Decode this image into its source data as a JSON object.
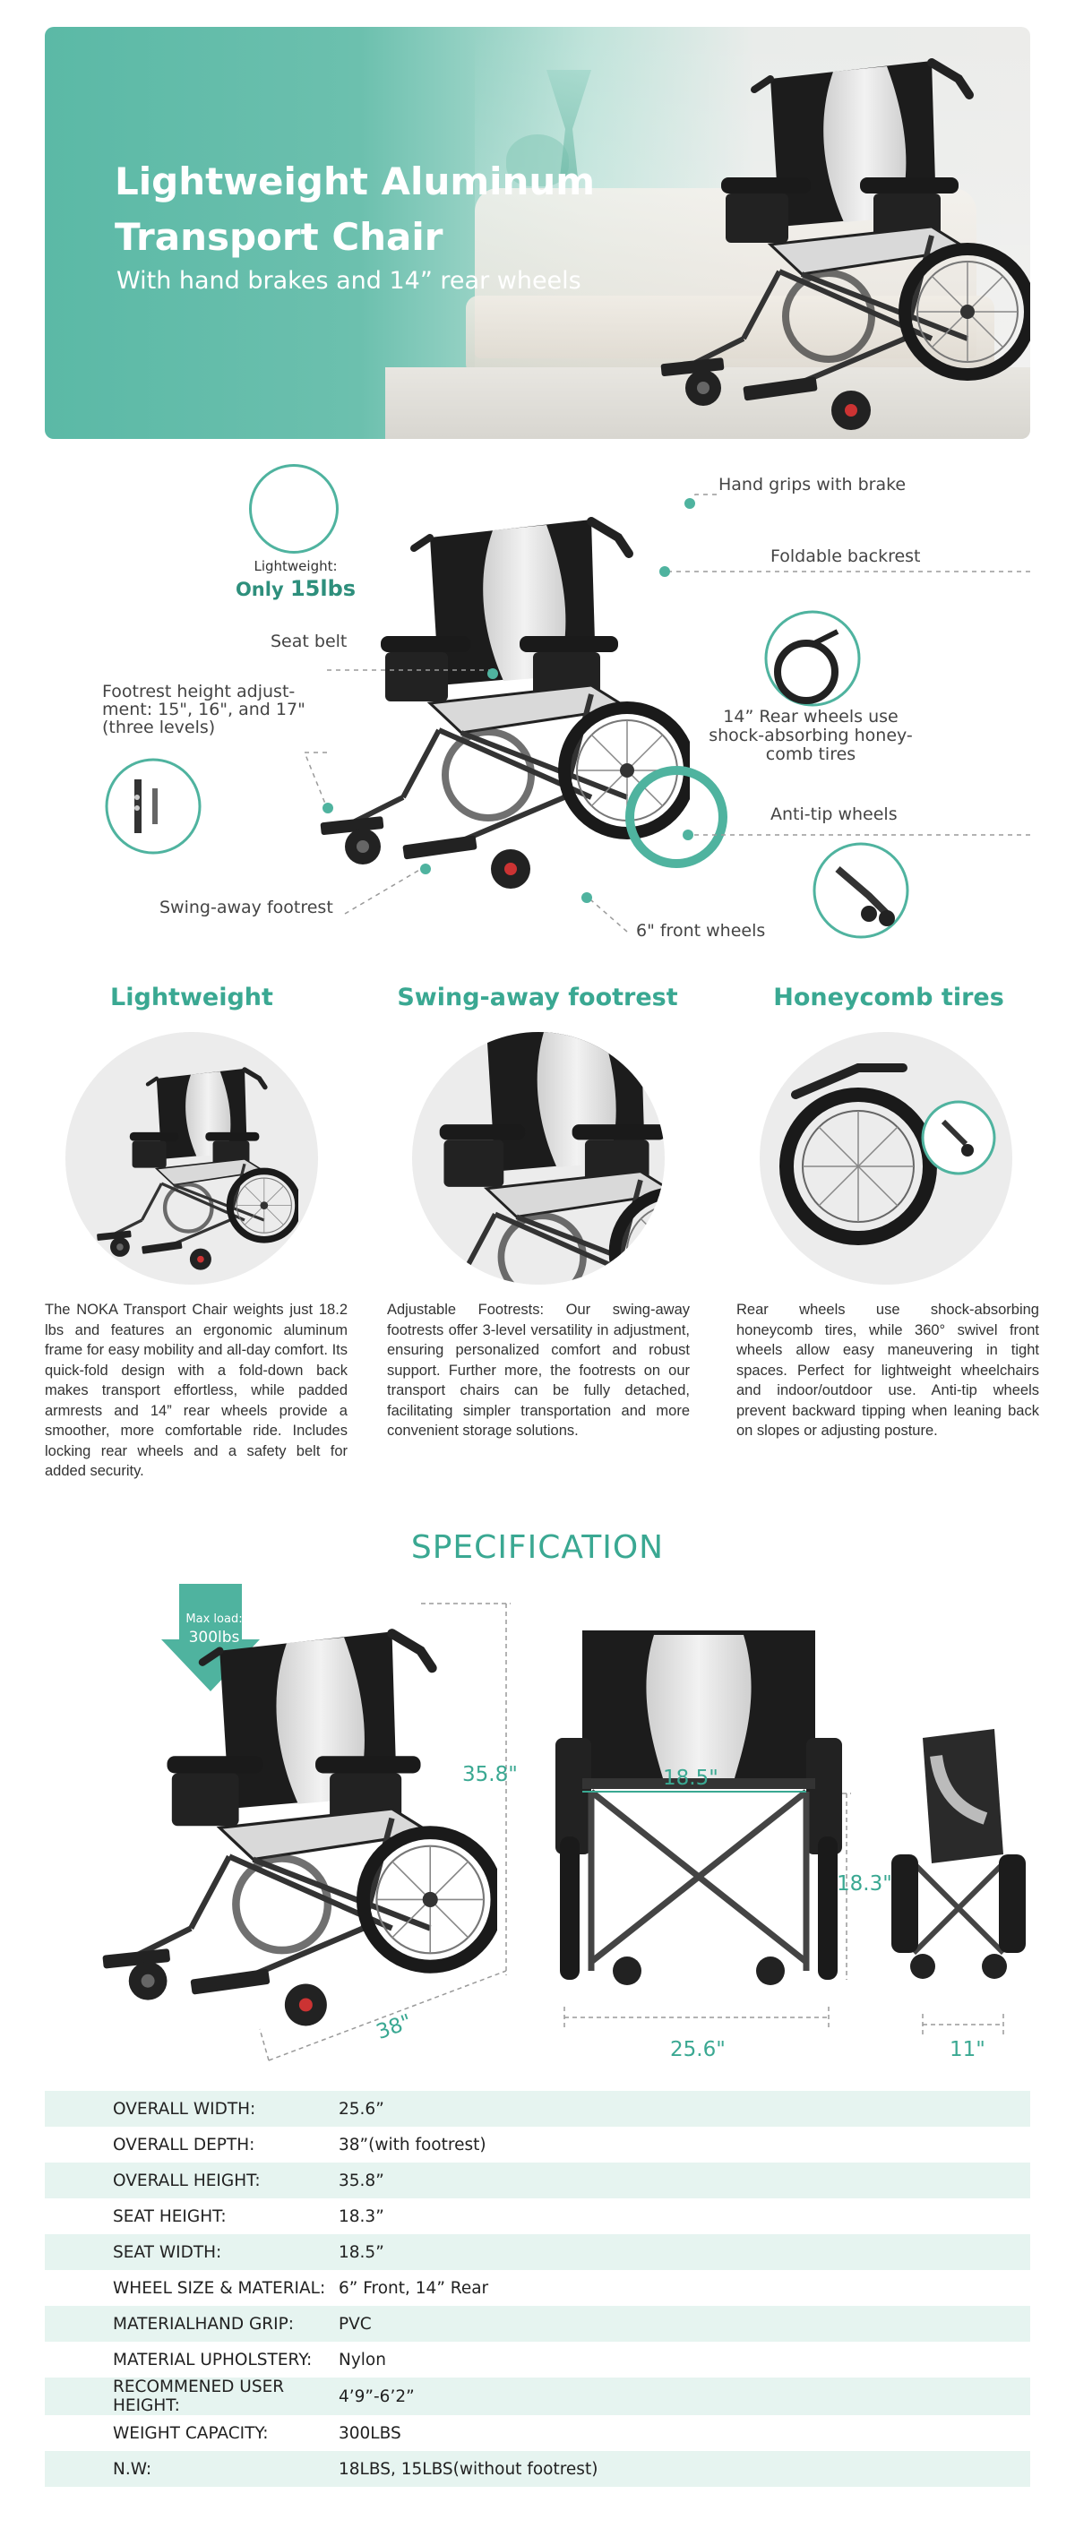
{
  "hero": {
    "title_line1": "Lightweight Aluminum",
    "title_line2": "Transport Chair",
    "subtitle": "With hand brakes and 14” rear wheels"
  },
  "diagram": {
    "lightweight_caption": "Lightweight:",
    "lightweight_prefix": "Only",
    "lightweight_value": "15lbs",
    "hand_grips": "Hand grips with brake",
    "foldable_backrest": "Foldable backrest",
    "seat_belt": "Seat belt",
    "footrest_height_l1": "Footrest height adjust-",
    "footrest_height_l2": "ment: 15\", 16\", and 17\"",
    "footrest_height_l3": "(three levels)",
    "rear_wheels_l1": "14” Rear wheels use",
    "rear_wheels_l2": "shock-absorbing honey-",
    "rear_wheels_l3": "comb tires",
    "anti_tip": "Anti-tip wheels",
    "swing_away": "Swing-away footrest",
    "front_wheels": "6\" front wheels"
  },
  "features": [
    {
      "title": "Lightweight",
      "text": "The NOKA Transport Chair weights just 18.2 lbs and features an ergonomic aluminum frame for easy mobility and all-day comfort. Its quick-fold design with a fold-down back makes transport effortless, while padded armrests and 14” rear wheels provide a smoother, more comfortable ride. Includes locking rear wheels and a safety belt for added security."
    },
    {
      "title": "Swing-away footrest",
      "text": "Adjustable Footrests: Our swing-away footrests offer 3-level versatility in adjustment, ensuring personalized comfort and robust support. Further more, the footrests on our transport chairs can be fully detached, facilitating simpler transportation and more convenient storage solutions."
    },
    {
      "title": "Honeycomb tires",
      "text": "Rear wheels use shock-absorbing honeycomb tires, while 360° swivel front wheels allow easy maneuvering in tight spaces. Perfect for lightweight wheelchairs and indoor/outdoor use. Anti-tip wheels prevent backward tipping when leaning back on slopes or adjusting posture."
    }
  ],
  "spec": {
    "title": "SPECIFICATION",
    "max_load_label": "Max load:",
    "max_load_value": "300lbs",
    "height_dim": "35.8\"",
    "depth_dim": "38\"",
    "seat_width_dim": "18.5\"",
    "seat_height_dim": "18.3\"",
    "width_dim": "25.6\"",
    "folded_dim": "11\""
  },
  "table": [
    {
      "key": "OVERALL WIDTH:",
      "value": "25.6”"
    },
    {
      "key": "OVERALL DEPTH:",
      "value": "38”(with footrest)"
    },
    {
      "key": "OVERALL HEIGHT:",
      "value": "35.8”"
    },
    {
      "key": "SEAT HEIGHT:",
      "value": "18.3”"
    },
    {
      "key": "SEAT WIDTH:",
      "value": "18.5”"
    },
    {
      "key": "WHEEL SIZE & MATERIAL:",
      "value": "6” Front, 14” Rear"
    },
    {
      "key": "MATERIALHAND GRIP:",
      "value": "PVC"
    },
    {
      "key": "MATERIAL UPHOLSTERY:",
      "value": "Nylon"
    },
    {
      "key": "RECOMMENED USER HEIGHT:",
      "value": "4’9”-6’2”"
    },
    {
      "key": "WEIGHT CAPACITY:",
      "value": "300LBS"
    },
    {
      "key": "N.W:",
      "value": "18LBS, 15LBS(without footrest)"
    }
  ],
  "colors": {
    "accent": "#3aa892",
    "hero_teal": "#5bb9a6",
    "row_tint": "#e6f4f0"
  }
}
